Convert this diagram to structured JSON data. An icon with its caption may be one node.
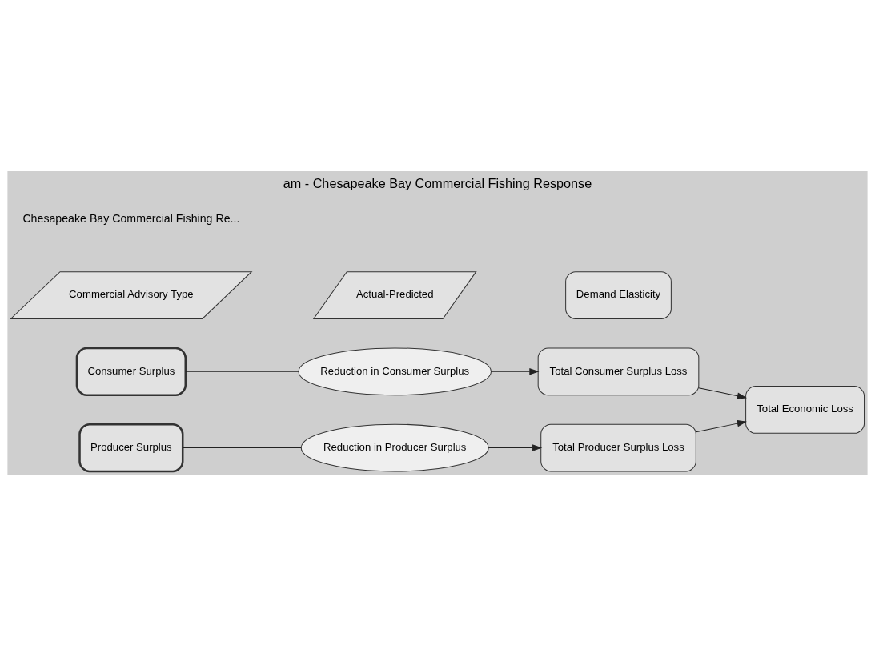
{
  "diagram": {
    "title": "am - Chesapeake Bay Commercial Fishing Response",
    "nodes": [
      {
        "text": [
          "Consumer Surplus"
        ]
      },
      {
        "text": [
          "Reduction in Consumer Surplus"
        ]
      },
      {
        "text": [
          "Total Consumer Surplus Loss"
        ]
      },
      {
        "text": [
          "Total Economic Loss"
        ]
      },
      {
        "text": [
          "Producer Surplus"
        ]
      },
      {
        "text": [
          "Reduction in Producer Surplus"
        ]
      },
      {
        "text": [
          "Total Producer Surplus Loss"
        ]
      },
      {
        "text": [
          "Commercial Advisory Type"
        ]
      },
      {
        "text": [
          "Actual-Predicted"
        ]
      },
      {
        "text": [
          "Demand Elasticity"
        ]
      }
    ],
    "edges": [
      {
        "from": 0,
        "to": 1,
        "arrow": "none"
      },
      {
        "from": 1,
        "to": 2,
        "arrow": "to"
      },
      {
        "from": 2,
        "to": 3,
        "arrow": "to"
      },
      {
        "from": 4,
        "to": 5,
        "arrow": "none"
      },
      {
        "from": 5,
        "to": 6,
        "arrow": "to"
      },
      {
        "from": 6,
        "to": 3,
        "arrow": "to"
      }
    ],
    "labels": [
      "Chesapeake Bay Commercial Fishing Re..."
    ]
  }
}
